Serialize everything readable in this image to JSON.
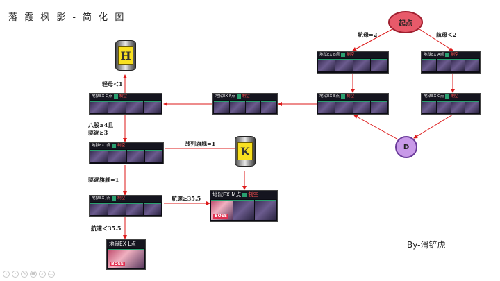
{
  "title": "落 霞 枫 影 - 简 化 图",
  "credit": "By-滑铲虎",
  "start_label": "起点",
  "d_label": "D",
  "letters": {
    "h": "H",
    "k": "K"
  },
  "nodes": {
    "a": {
      "name": "地狱EX A点",
      "tag": "制空"
    },
    "b": {
      "name": "地狱EX B点",
      "tag": "制空"
    },
    "c": {
      "name": "地狱EX C点",
      "tag": "制空"
    },
    "e": {
      "name": "地狱EX E点",
      "tag": "制空"
    },
    "f": {
      "name": "地狱EX F点",
      "tag": "制空"
    },
    "g": {
      "name": "地狱EX G点",
      "tag": "制空"
    },
    "i": {
      "name": "地狱EX I点",
      "tag": "制空"
    },
    "j": {
      "name": "地狱EX J点",
      "tag": "制空"
    },
    "m": {
      "name": "地狱EX M点",
      "tag": "制空",
      "badge": "BOSS"
    },
    "l": {
      "name": "地狱EX L点",
      "badge": "BOSS"
    }
  },
  "conditions": {
    "to_b": "航母=2",
    "to_a": "航母＜2",
    "to_h": "轻母＜1",
    "to_i_line1": "八股≥4且",
    "to_i_line2": "驱逐≥3",
    "to_k": "战列旗舰=1",
    "to_j": "驱逐旗舰=1",
    "to_m": "航速≥35.5",
    "to_l": "航速＜35.5"
  },
  "colors": {
    "arrow": "#dd1a1a",
    "start_fill": "#e85a6a",
    "d_fill": "#c89ae8",
    "bucket_letter": "#f8e020"
  }
}
